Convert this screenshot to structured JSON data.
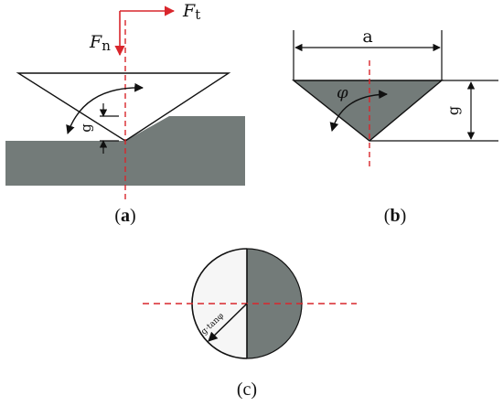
{
  "colors": {
    "workpiece": "#737b79",
    "line": "#111111",
    "axis_dash": "#d9262c",
    "force_arrow": "#d9262c",
    "cell_fill": "#f6f6f6"
  },
  "panel_a": {
    "caption_open": "(",
    "caption_letter": "a",
    "caption_close": ")",
    "force_normal_symbol": "F",
    "force_normal_sub": "n",
    "force_tangent_symbol": "F",
    "force_tangent_sub": "t",
    "depth_label": "g"
  },
  "panel_b": {
    "caption_open": "(",
    "caption_letter": "b",
    "caption_close": ")",
    "width_label": "a",
    "angle_label": "φ",
    "depth_label": "g"
  },
  "panel_c": {
    "caption": "(c)",
    "radius_label": "g·tanφ"
  }
}
